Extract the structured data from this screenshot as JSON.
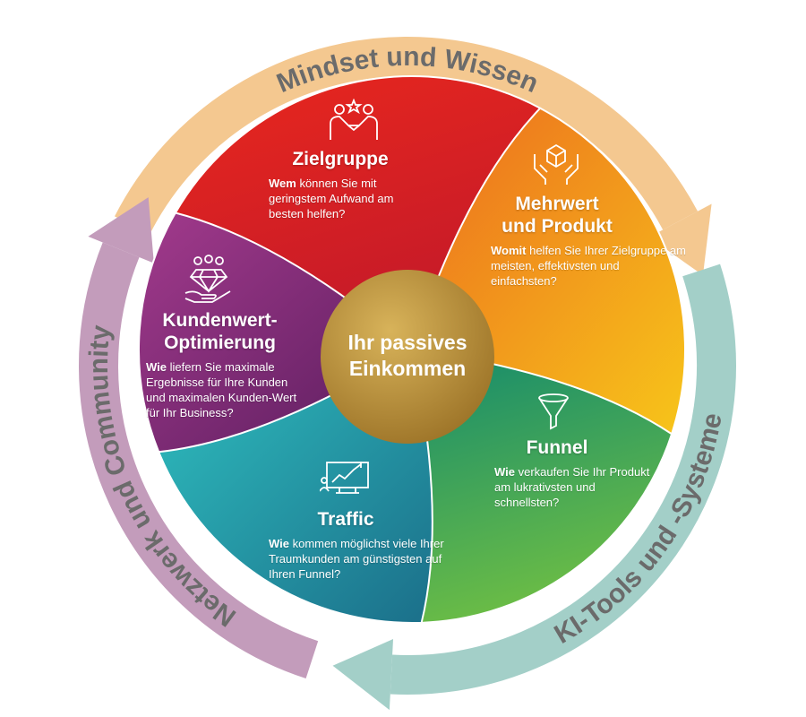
{
  "ring": {
    "top_label": "Mindset und Wissen",
    "right_label": "KI-Tools und -Systeme",
    "left_label": "Netzwerk und Community",
    "colors": {
      "top": "#f4c890",
      "right": "#a3cfc8",
      "left": "#c39cbb"
    }
  },
  "center": {
    "line1": "Ihr passives",
    "line2": "Einkommen",
    "color": "#b8913e"
  },
  "segments": [
    {
      "id": "zielgruppe",
      "icon": "handshake-star-icon",
      "title": "Zielgruppe",
      "lead": "Wem",
      "text": " können Sie mit geringstem Aufwand am besten helfen?",
      "colors": [
        "#e5261f",
        "#c0182a"
      ]
    },
    {
      "id": "mehrwert",
      "icon": "hands-box-icon",
      "title_line1": "Mehrwert",
      "title_line2": "und Produkt",
      "lead": "Womit",
      "text": " helfen Sie Ihrer Zielgruppe am meisten, effektivsten und einfachsten?",
      "colors": [
        "#ec6b1e",
        "#f7c51a"
      ]
    },
    {
      "id": "funnel",
      "icon": "funnel-icon",
      "title": "Funnel",
      "lead": "Wie",
      "text": " verkaufen Sie Ihr Produkt am lukrativsten und schnellsten?",
      "colors": [
        "#12896e",
        "#6cbd45"
      ]
    },
    {
      "id": "traffic",
      "icon": "chart-monitor-icon",
      "title": "Traffic",
      "lead": "Wie",
      "text": " kommen möglichst viele Ihrer Traumkunden am günstigsten auf Ihren Funnel?",
      "colors": [
        "#2fc0c0",
        "#1b6f8a"
      ]
    },
    {
      "id": "kundenwert",
      "icon": "diamond-hand-icon",
      "title_line1": "Kundenwert-",
      "title_line2": "Optimierung",
      "lead": "Wie",
      "text": " liefern Sie maximale Ergebnisse für Ihre Kunden und maximalen Kunden-Wert für Ihr Business?",
      "colors": [
        "#a23a8c",
        "#5a1d5e"
      ]
    }
  ]
}
